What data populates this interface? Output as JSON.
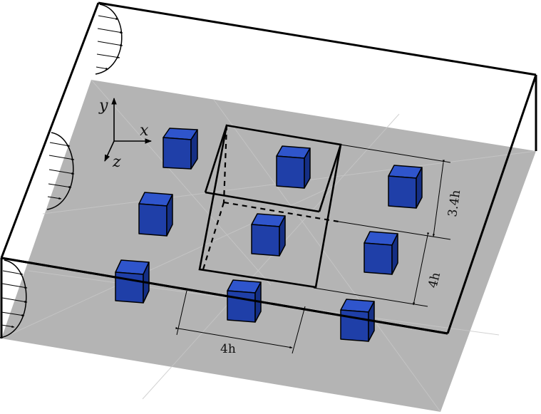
{
  "axes": {
    "x": "x",
    "y": "y",
    "z": "z"
  },
  "dimensions": {
    "height_label": "3.4h",
    "spacing_z_label": "4h",
    "spacing_x_label": "4h"
  },
  "colors": {
    "ground": "#b4b4b4",
    "cube_front": "#1f3fa8",
    "cube_top": "#2f55cc",
    "cube_side": "#152f85",
    "edge": "#000000"
  },
  "cube_count": 9,
  "inflow_profile_count": 3
}
